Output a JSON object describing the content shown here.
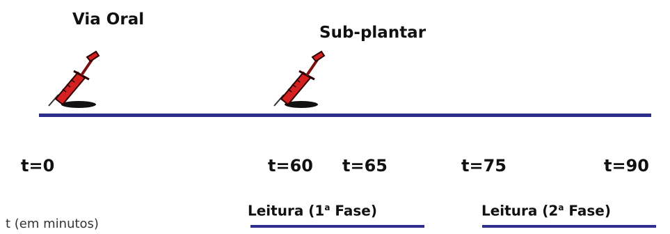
{
  "events": {
    "oral_label": "Via Oral",
    "subplantar_label": "Sub-plantar"
  },
  "ticks": {
    "t0": "t=0",
    "t60": "t=60",
    "t65": "t=65",
    "t75": "t=75",
    "t90": "t=90"
  },
  "readings": {
    "phase1_text": "Leitura (1",
    "phase1_sup": "a",
    "phase1_end": " Fase)",
    "phase2_text": "Leitura (2",
    "phase2_sup": "a",
    "phase2_end": " Fase)"
  },
  "axis": {
    "unit_label": "t (em minutos)"
  },
  "colors": {
    "timeline": "#2e2e8f",
    "syringe_body": "#d42020",
    "shadow": "#111111"
  },
  "icons": [
    "syringe-icon",
    "syringe-icon"
  ]
}
